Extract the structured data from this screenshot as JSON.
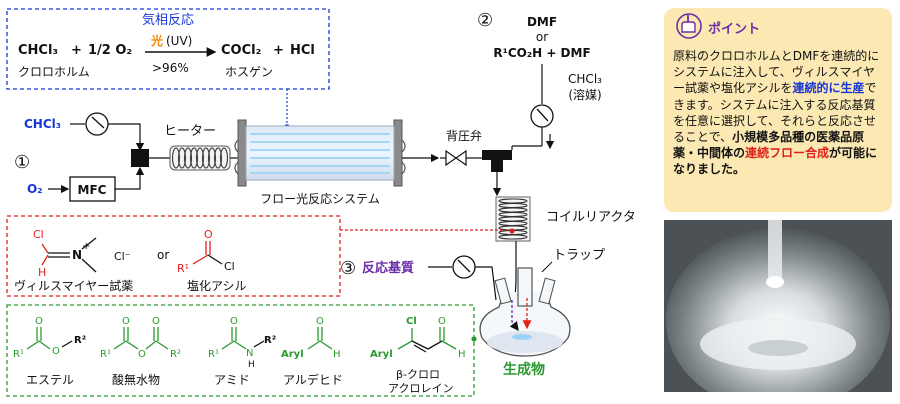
{
  "gas_box": {
    "title": "気相反応",
    "reactant": "CHCl₃",
    "plus1": "+",
    "o2_coeff": "1/2 O₂",
    "light_label": "光",
    "uv_label": "(UV)",
    "yield": ">96%",
    "product": "COCl₂",
    "plus2": "+",
    "hcl": "HCl",
    "name_chloroform": "クロロホルム",
    "name_phosgene": "ホスゲン"
  },
  "flow": {
    "chcl3_label": "CHCl₃",
    "o2_label": "O₂",
    "mfc_label": "MFC",
    "step1": "①",
    "heater_label": "ヒーター",
    "reactor_label": "フロー光反応システム",
    "bpr_label": "背圧弁",
    "step2": "②",
    "dmf_line1": "DMF",
    "dmf_line2": "or",
    "dmf_line3": "R¹CO₂H + DMF",
    "solvent_line1": "CHCl₃",
    "solvent_line2": "(溶媒)",
    "coil_label": "コイルリアクタ",
    "step3": "③",
    "substrate_label": "反応基質",
    "trap_label": "トラップ",
    "product_label": "生成物"
  },
  "red_box": {
    "vilsmeier_name": "ヴィルスマイヤー試薬",
    "or": "or",
    "acyl_name": "塩化アシル",
    "atoms": {
      "cl1": "Cl",
      "n": "N",
      "plus": "+",
      "cl_minus": "Cl⁻",
      "h": "H",
      "r1": "R¹",
      "o": "O",
      "cl2": "Cl"
    }
  },
  "green_box": {
    "items": [
      "エステル",
      "酸無水物",
      "アミド",
      "アルデヒド"
    ],
    "last_line1": "β-クロロ",
    "last_line2": "アクロレイン",
    "atoms": {
      "r1": "R¹",
      "r2": "R²",
      "o": "O",
      "n": "N",
      "h": "H",
      "aryl": "Aryl",
      "cl": "Cl"
    }
  },
  "point": {
    "title": "ポイント",
    "text_1": "原料のクロロホルムとDMFを連続的にシステムに注入して、ヴィルスマイヤー試薬や塩化アシルを",
    "text_blue": "連続的に生産",
    "text_2": "できます。システムに注入する反応基質を任意に選択して、それらと反応させることで、",
    "text_bold_1": "小規模多品種の医薬品原薬・中間体の",
    "text_red": "連続フロー合成",
    "text_3": "が可能になりました。"
  },
  "colors": {
    "blue": "#1637d6",
    "red": "#e0201b",
    "green": "#2a9a2f",
    "orange": "#f08a10",
    "purple": "#6b2fa6",
    "point_bg": "#fbe8b2"
  }
}
